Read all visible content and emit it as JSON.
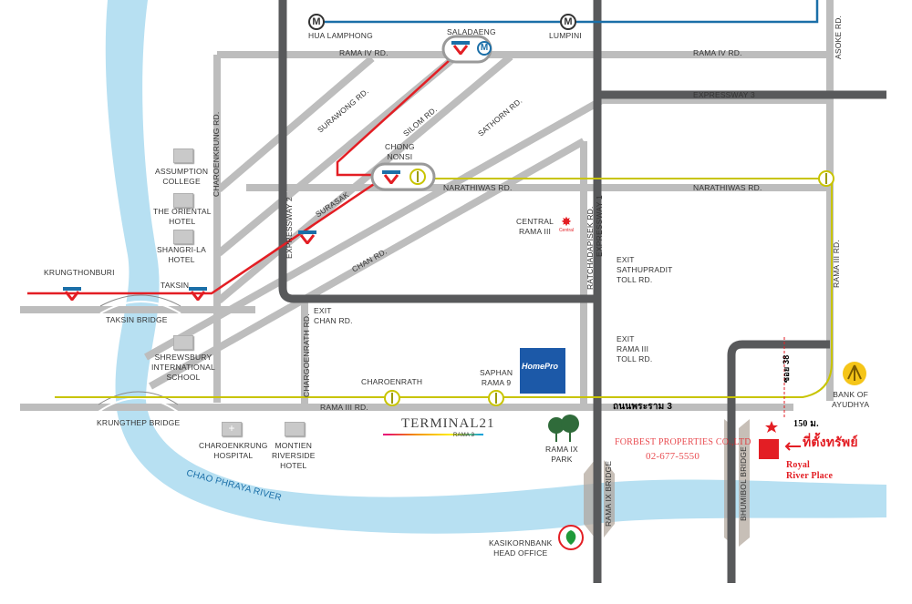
{
  "roads": {
    "rama4_left": "RAMA IV RD.",
    "rama4_right": "RAMA IV RD.",
    "expressway3": "EXPRESSWAY 3",
    "asoke": "ASOKE RD.",
    "surawong": "SURAWONG RD.",
    "silom": "SILOM RD.",
    "sathorn": "SATHORN RD.",
    "narathiwas_left": "NARATHIWAS RD.",
    "narathiwas_right": "NARATHIWAS RD.",
    "charoenkrung": "CHAROENKRUNG RD.",
    "expressway2": "EXPRESSWAY 2",
    "chan": "CHAN RD.",
    "ratchadapisek": "RATCHADAPISEK RD.",
    "expressway1": "EXPRESSWAY 1",
    "rama3_vertical": "RAMA III RD.",
    "chargoenrath": "CHARGOENRATH RD.",
    "rama3_bottom": "RAMA III RD.",
    "rama3_thai": "ถนนพระราม 3",
    "soi38": "ซอย 38"
  },
  "stations": {
    "hua_lamphong": "HUA LAMPHONG",
    "saladaeng": "SALADAENG",
    "lumpini": "LUMPINI",
    "chong_nonsi": "CHONG\nNONSI",
    "surasak": "SURASAK",
    "krungthonburi": "KRUNGTHONBURI",
    "taksin": "TAKSIN",
    "charoenrath": "CHAROENRATH",
    "saphan_rama9": "SAPHAN\nRAMA 9"
  },
  "places": {
    "assumption": "ASSUMPTION\nCOLLEGE",
    "oriental": "THE ORIENTAL\nHOTEL",
    "shangrila": "SHANGRI-LA\nHOTEL",
    "shrewsbury": "SHREWSBURY\nINTERNATIONAL\nSCHOOL",
    "charoenkrung_hospital": "CHAROENKRUNG\nHOSPITAL",
    "montien": "MONTIEN\nRIVERSIDE\nHOTEL",
    "central": "CENTRAL\nRAMA III",
    "central_logo": "Central",
    "homepro": "HomePro",
    "terminal21": "TERMINAL21",
    "terminal21_sub": "RAMA 3",
    "rama9_park": "RAMA IX\nPARK",
    "kasikorn": "KASIKORNBANK\nHEAD OFFICE",
    "bank_ayudhya": "BANK OF\nAYUDHYA"
  },
  "bridges": {
    "taksin": "TAKSIN BRIDGE",
    "krungthep": "KRUNGTHEP BRIDGE",
    "rama9": "RAMA IX BRIDGE",
    "bhumibol": "BHUMIBOL BRIDGE"
  },
  "river": "CHAO PHRAYA RIVER",
  "exits": {
    "chan": "EXIT\nCHAN RD.",
    "sathupradit": "EXIT\nSATHUPRADIT\nTOLL RD.",
    "rama3": "EXIT\nRAMA III\nTOLL RD."
  },
  "agency": {
    "name": "FORBEST PROPERTIES CO.,LTD",
    "phone": "02-677-5550"
  },
  "project": {
    "distance": "150 ม.",
    "label_thai": "ที่ตั้งทรัพย์",
    "name": "Royal\nRiver Place"
  },
  "colors": {
    "road": "#bdbdbd",
    "expressway": "#58595b",
    "bts": "#e31e24",
    "brt": "#c8c400",
    "river": "#b7e0f2",
    "mrt": "#1b6fa8",
    "marker": "#e31e24"
  }
}
